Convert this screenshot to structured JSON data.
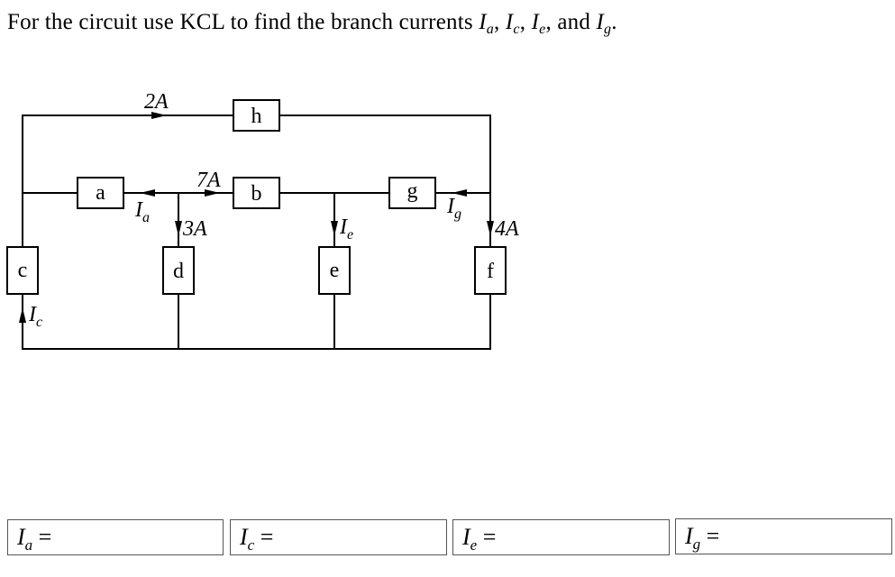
{
  "question": {
    "prefix": "For the circuit use KCL to find the branch currents ",
    "currents": [
      {
        "symbol": "I",
        "sub": "a",
        "sep": ", "
      },
      {
        "symbol": "I",
        "sub": "c",
        "sep": ", "
      },
      {
        "symbol": "I",
        "sub": "e",
        "sep": ", and "
      },
      {
        "symbol": "I",
        "sub": "g",
        "sep": "."
      }
    ]
  },
  "circuit": {
    "elements": {
      "h": "h",
      "a": "a",
      "b": "b",
      "g": "g",
      "c": "c",
      "d": "d",
      "e": "e",
      "f": "f"
    },
    "labels": {
      "top_current": "2A",
      "b_current": "7A",
      "d_current": "3A",
      "f_current": "4A",
      "a_current": {
        "symbol": "I",
        "sub": "a"
      },
      "e_current": {
        "symbol": "I",
        "sub": "e"
      },
      "g_current": {
        "symbol": "I",
        "sub": "g"
      },
      "c_current": {
        "symbol": "I",
        "sub": "c"
      }
    }
  },
  "answers": [
    {
      "symbol": "I",
      "sub": "a",
      "equals": "=",
      "value": ""
    },
    {
      "symbol": "I",
      "sub": "c",
      "equals": "=",
      "value": ""
    },
    {
      "symbol": "I",
      "sub": "e",
      "equals": "=",
      "value": ""
    },
    {
      "symbol": "I",
      "sub": "g",
      "equals": "=",
      "value": ""
    }
  ]
}
